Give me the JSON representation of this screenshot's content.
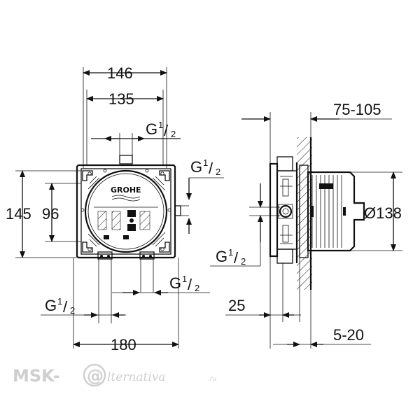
{
  "dimensions": {
    "width_146": "146",
    "width_135": "135",
    "width_180": "180",
    "height_145": "145",
    "height_96": "96",
    "depth_75_105": "75-105",
    "diameter_138": "Ø138",
    "depth_25": "25",
    "wall_5_20": "5-20"
  },
  "threads": {
    "main": "G",
    "fraction_num": "1",
    "fraction_den": "2"
  },
  "logo": {
    "brand": "GROHE"
  },
  "watermark": {
    "prefix": "MSK-",
    "at": "@",
    "suffix": "lternativa",
    "tld": ".ru"
  }
}
